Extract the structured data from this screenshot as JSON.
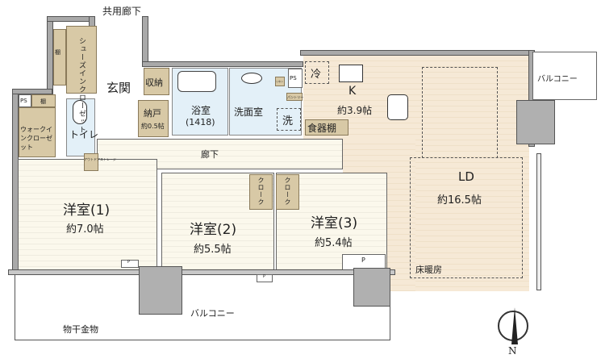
{
  "labels": {
    "common_corridor": "共用廊下",
    "shelf": "棚",
    "shoes_closet": "シューズインクローゼット",
    "entrance": "玄関",
    "storage": "収納",
    "ps": "PS",
    "walkin_closet": "ウォークインクローゼット",
    "toilet": "トイレ",
    "nando": "納戸",
    "nando_size": "約0.5帖",
    "bath": "浴室",
    "bath_size": "(1418)",
    "washroom": "洗面室",
    "washer": "洗",
    "linen": "リネン",
    "pantry": "パントリー",
    "fridge": "冷",
    "kitchen": "K",
    "kitchen_size": "約3.9帖",
    "cupboard": "食器棚",
    "corridor": "廊下",
    "outdoor_storage": "アウトドアストレージ",
    "room1": "洋室(1)",
    "room1_size": "約7.0帖",
    "room2": "洋室(2)",
    "room2_size": "約5.5帖",
    "room3": "洋室(3)",
    "room3_size": "約5.4帖",
    "cloak": "クローク",
    "ld": "LD",
    "ld_size": "約16.5帖",
    "floor_heating": "床暖房",
    "balcony": "バルコニー",
    "drying_hardware": "物干金物",
    "pipe": "P",
    "north": "N"
  }
}
